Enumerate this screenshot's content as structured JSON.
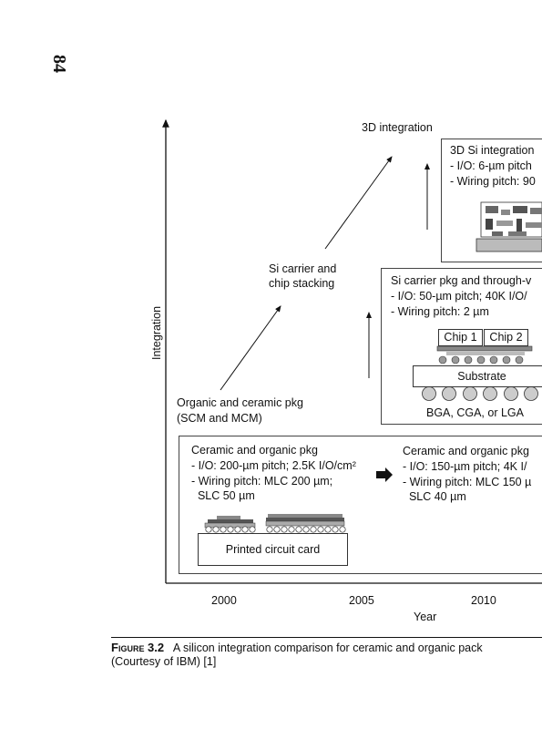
{
  "page_number": "84",
  "chart_data": {
    "type": "diagram",
    "xlabel": "Year",
    "ylabel": "Integration",
    "xticks": [
      "2000",
      "2005",
      "2010"
    ],
    "stages": [
      {
        "label_lines": [
          "Organic and ceramic pkg",
          "(SCM and MCM)"
        ]
      },
      {
        "label_lines": [
          "Si carrier and",
          "chip stacking"
        ]
      },
      {
        "label_lines": [
          "3D integration"
        ]
      }
    ],
    "panels": [
      {
        "lines": [
          "3D Si integration",
          "- I/O: 6-µm pitch",
          "- Wiring pitch: 90"
        ]
      },
      {
        "lines": [
          "Si carrier pkg and through-v",
          "- I/O: 50-µm pitch; 40K I/O/",
          "- Wiring pitch: 2 µm"
        ],
        "chips": [
          "Chip 1",
          "Chip 2"
        ],
        "substrate": "Substrate",
        "bottom": "BGA, CGA, or LGA"
      },
      {
        "left_lines": [
          "Ceramic and organic pkg",
          "- I/O: 200-µm pitch; 2.5K I/O/cm²",
          "- Wiring pitch: MLC 200 µm;",
          "  SLC 50 µm"
        ],
        "right_lines": [
          "Ceramic and organic pkg",
          "- I/O: 150-µm pitch; 4K I/",
          "- Wiring pitch: MLC 150 µ",
          "  SLC 40 µm"
        ],
        "card": "Printed circuit card"
      }
    ]
  },
  "caption": {
    "figure_label": "Figure 3.2",
    "text": "A silicon integration comparison for ceramic and organic pack",
    "line2": "(Courtesy of IBM) [1]"
  }
}
